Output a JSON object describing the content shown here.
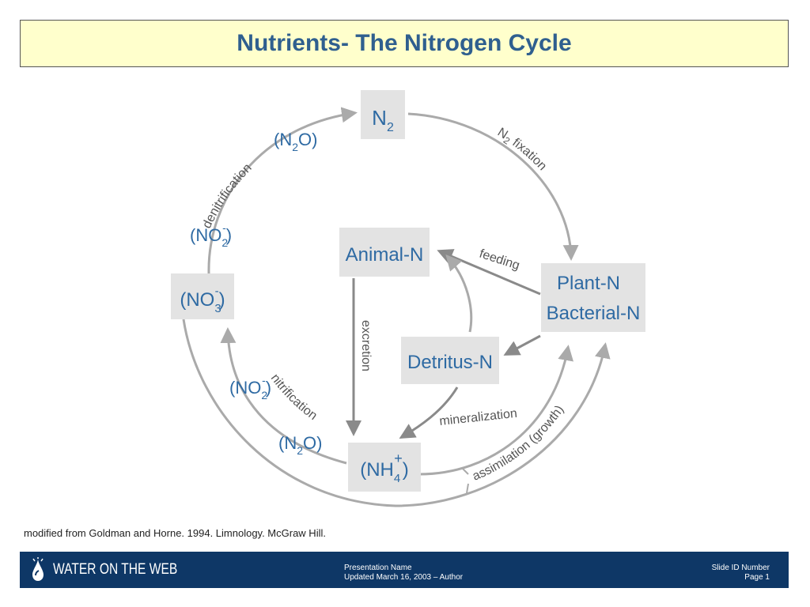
{
  "title": "Nutrients- The Nitrogen Cycle",
  "nodes": {
    "n2": {
      "text": "N",
      "sub": "2"
    },
    "animal": {
      "text": "Animal-N"
    },
    "plant": {
      "line1": "Plant-N",
      "line2": "Bacterial-N"
    },
    "detritus": {
      "text": "Detritus-N"
    },
    "no3": {
      "pre": "(NO",
      "sub": "3",
      "sup": "-",
      "post": ")"
    },
    "nh4": {
      "pre": "(NH",
      "sub": "4",
      "sup": "+",
      "post": ")"
    }
  },
  "species": {
    "n2o_top": {
      "pre": "(N",
      "sub": "2",
      "post": "O)"
    },
    "no2_left": {
      "pre": "(NO",
      "sub": "2",
      "sup": "-",
      "post": ")"
    },
    "no2_bottom": {
      "pre": "(NO",
      "sub": "2",
      "sup": "-",
      "post": ")"
    },
    "n2o_bottom": {
      "pre": "(N",
      "sub": "2",
      "post": "O)"
    }
  },
  "processes": {
    "fixation": {
      "pre": "N",
      "sub": "2",
      "post": " fixation"
    },
    "denitrification": "denitrification",
    "feeding": "feeding",
    "excretion": "excretion",
    "mineralization": "mineralization",
    "nitrification": "nitrification",
    "assimilation": "assimilation (growth)"
  },
  "caption": "modified from Goldman and Horne. 1994. Limnology. McGraw Hill.",
  "footer": {
    "brand": "WATER ON THE WEB",
    "presentation_name": "Presentation Name",
    "updated": "Updated March 16, 2003  –  Author",
    "slide_id": "Slide ID Number",
    "page": "Page 1"
  },
  "colors": {
    "title_bg": "#ffffcc",
    "title_text": "#2f5f8f",
    "node_bg": "#e3e3e3",
    "node_text": "#2e6aa3",
    "arrow": "#aaaaaa",
    "footer_bg": "#0e3766"
  }
}
